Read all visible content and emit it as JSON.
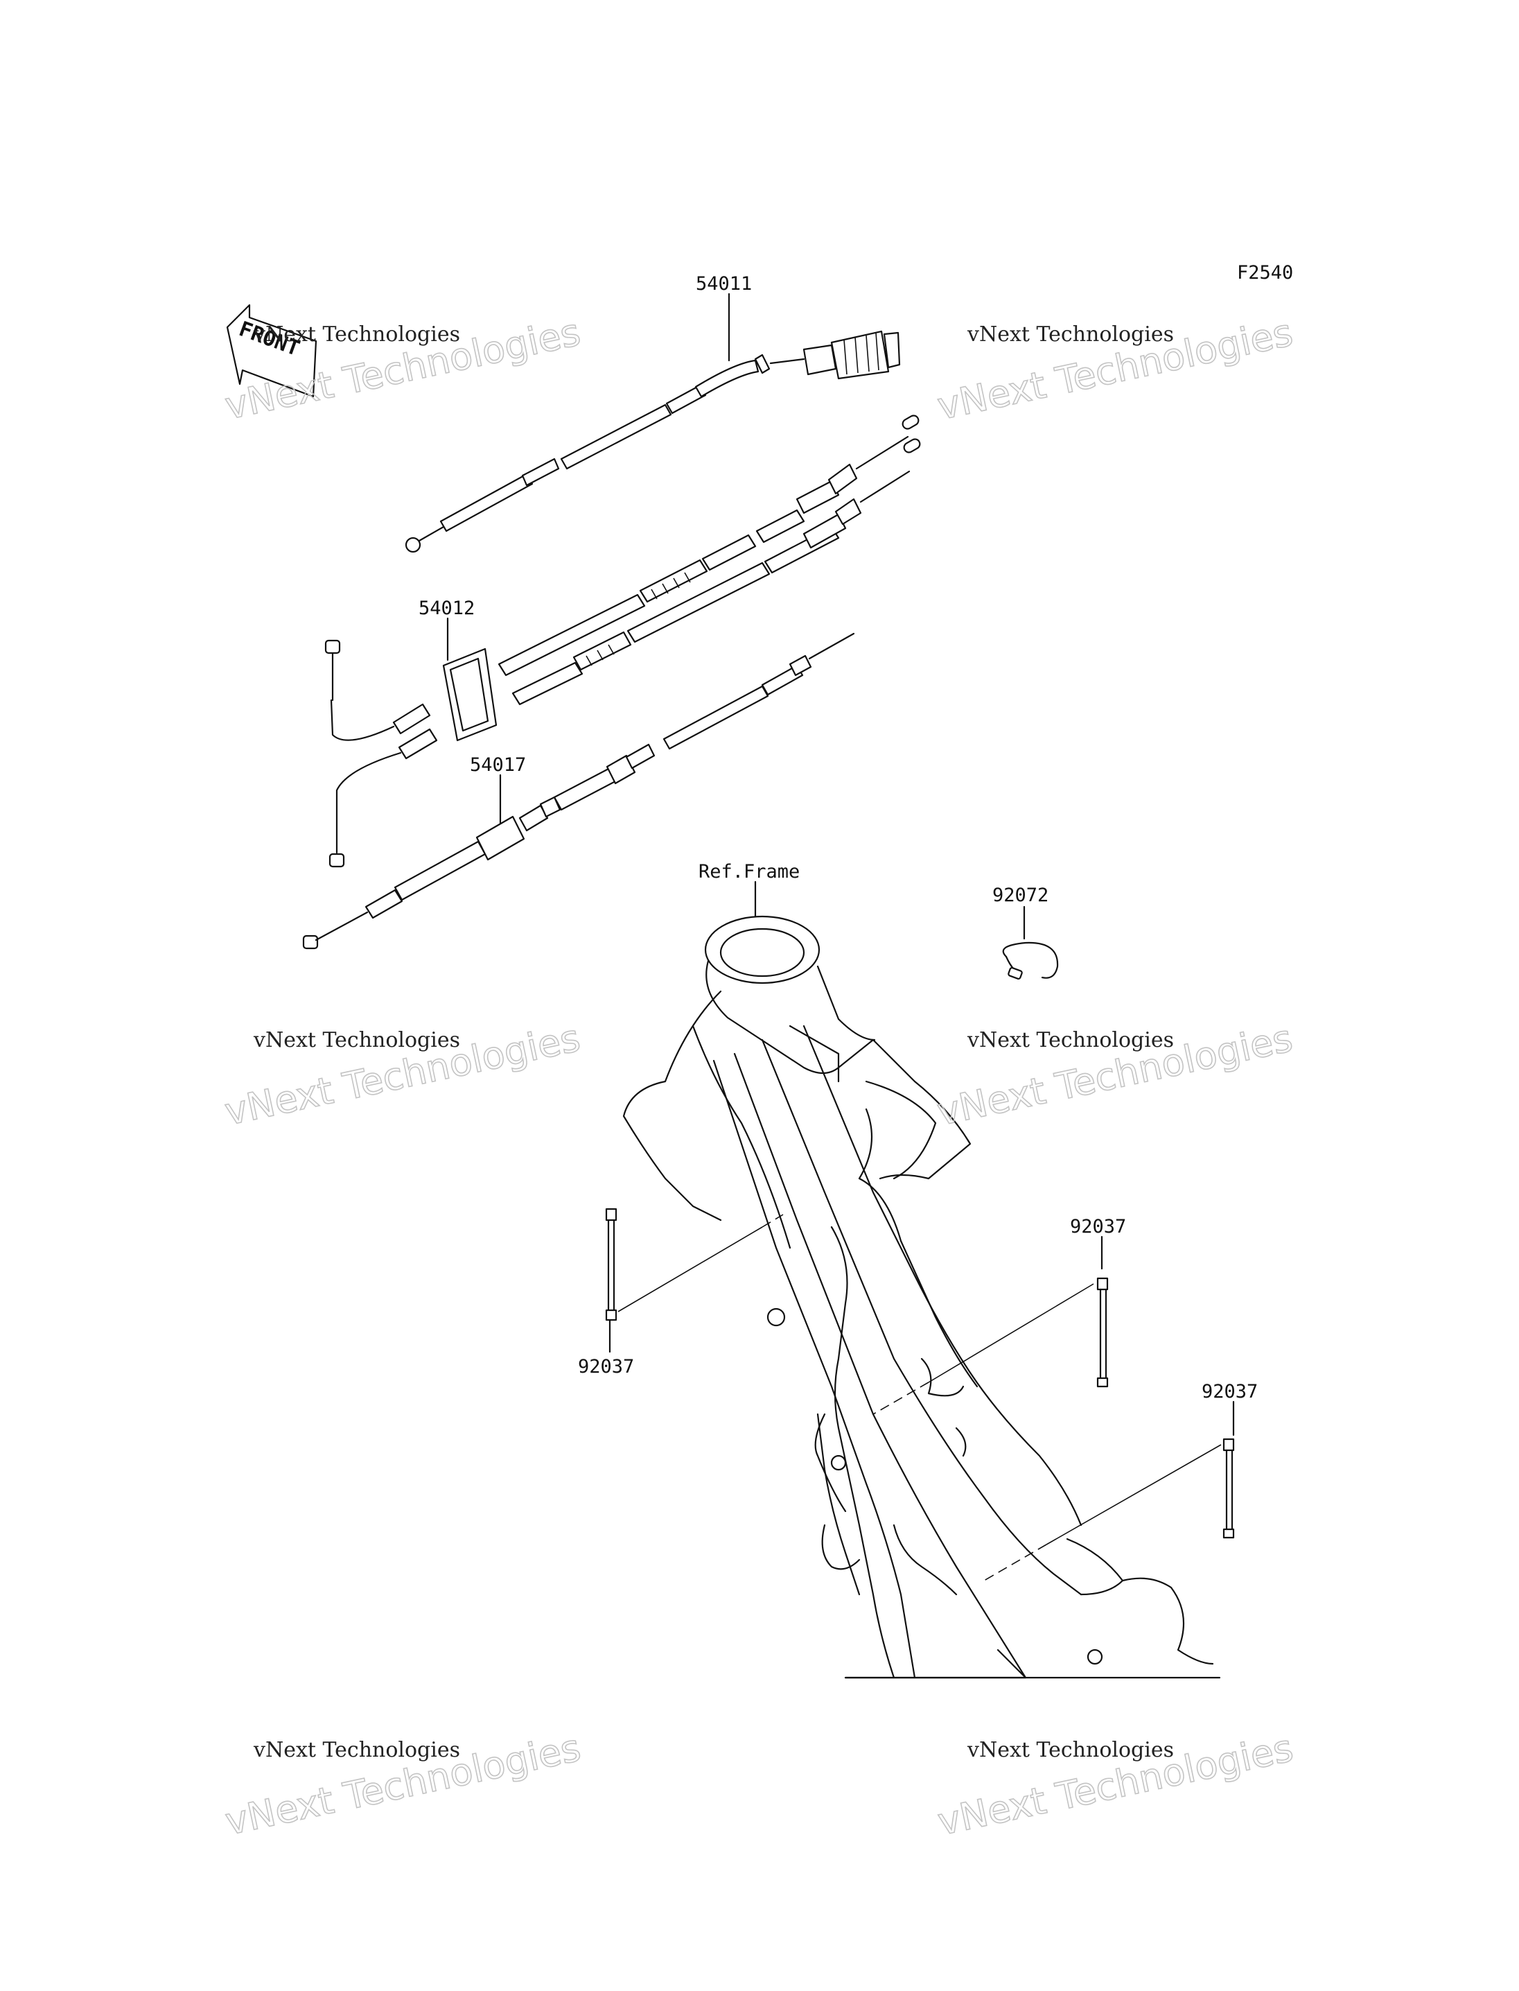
{
  "diagram": {
    "code": "F2540",
    "front_badge": "FRONT",
    "ref_frame": "Ref.Frame",
    "parts": {
      "p54011": "54011",
      "p54012": "54012",
      "p54017": "54017",
      "p92072": "92072",
      "p92037_left": "92037",
      "p92037_mid": "92037",
      "p92037_right": "92037"
    }
  },
  "watermarks": [
    {
      "line1": "vNext Technologies",
      "line2": "vNext Technologies"
    },
    {
      "line1": "vNext Technologies",
      "line2": "vNext Technologies"
    },
    {
      "line1": "vNext Technologies",
      "line2": "vNext Technologies"
    },
    {
      "line1": "vNext Technologies",
      "line2": "vNext Technologies"
    },
    {
      "line1": "vNext Technologies",
      "line2": "vNext Technologies"
    },
    {
      "line1": "vNext Technologies",
      "line2": "vNext Technologies"
    }
  ]
}
